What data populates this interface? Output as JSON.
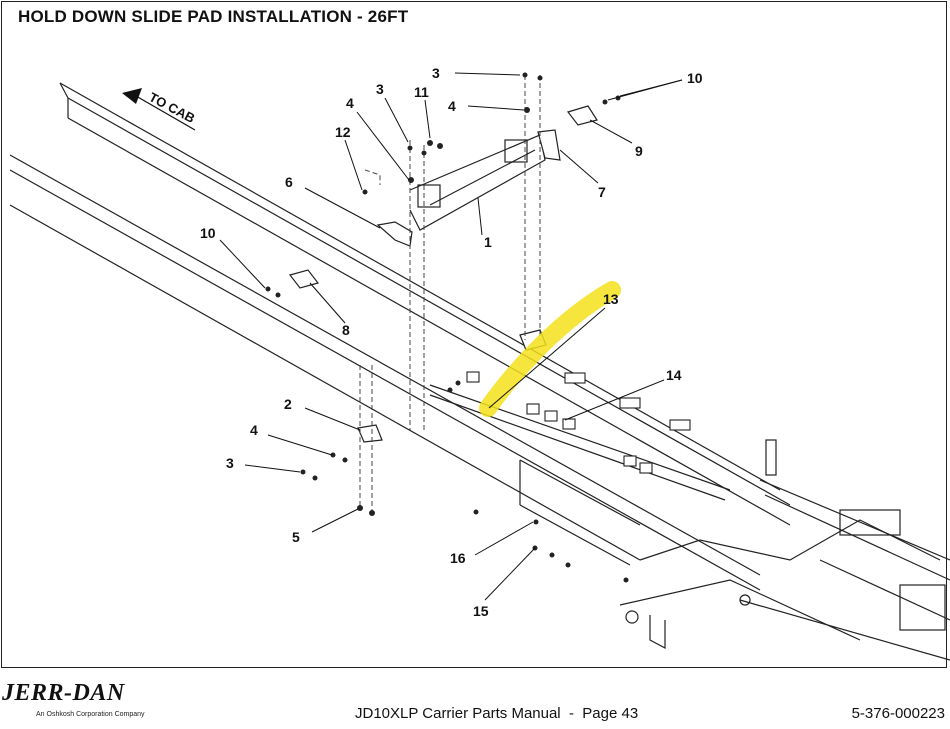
{
  "page": {
    "title": "HOLD DOWN SLIDE PAD INSTALLATION - 26FT",
    "direction_label": "TO CAB"
  },
  "callouts": {
    "c1": "1",
    "c2": "2",
    "c3a": "3",
    "c3b": "3",
    "c3c": "3",
    "c4a": "4",
    "c4b": "4",
    "c4c": "4",
    "c5": "5",
    "c6": "6",
    "c7": "7",
    "c8": "8",
    "c9": "9",
    "c10a": "10",
    "c10b": "10",
    "c11": "11",
    "c12": "12",
    "c13": "13",
    "c14": "14",
    "c15": "15",
    "c16": "16"
  },
  "highlight": {
    "color": "#f5e11a",
    "target": "13"
  },
  "footer": {
    "logo": "JERR-DAN",
    "logo_tagline": "An Oshkosh Corporation Company",
    "manual_ref": "JD10XLP Carrier Parts Manual  -  Page 43",
    "part_number": "5-376-000223"
  }
}
